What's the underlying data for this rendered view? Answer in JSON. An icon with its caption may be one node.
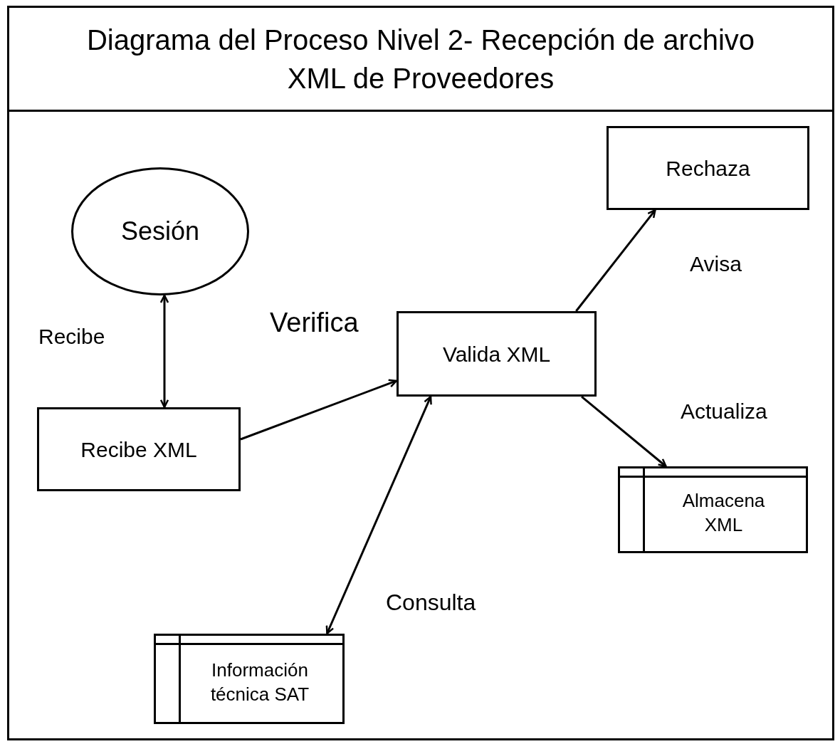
{
  "diagram": {
    "title": "Diagrama del Proceso Nivel 2- Recepción de archivo XML de Proveedores",
    "nodes": [
      {
        "text": [
          "Sesión"
        ]
      },
      {
        "text": [
          "Recibe XML"
        ]
      },
      {
        "text": [
          "Valida XML"
        ]
      },
      {
        "text": [
          "Rechaza"
        ]
      },
      {
        "text": [
          "Almacena XML"
        ]
      },
      {
        "text": [
          "Información técnica SAT"
        ]
      }
    ],
    "edges": [
      {
        "from": 0,
        "to": 1,
        "arrow": "both",
        "label": "Recibe"
      },
      {
        "from": 1,
        "to": 2,
        "arrow": "to",
        "label": "Verifica"
      },
      {
        "from": 2,
        "to": 3,
        "arrow": "to",
        "label": "Avisa"
      },
      {
        "from": 2,
        "to": 4,
        "arrow": "to",
        "label": "Actualiza"
      },
      {
        "from": 2,
        "to": 5,
        "arrow": "both",
        "label": "Consulta"
      }
    ]
  }
}
